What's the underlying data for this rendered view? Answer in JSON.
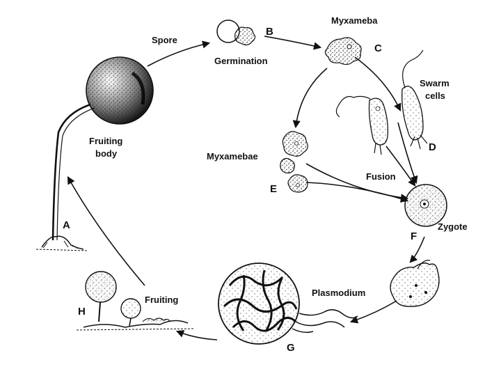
{
  "labels": {
    "spore": "Spore",
    "germination": "Germination",
    "myxameba": "Myxameba",
    "swarm_cells_1": "Swarm",
    "swarm_cells_2": "cells",
    "fruiting_body_1": "Fruiting",
    "fruiting_body_2": "body",
    "myxamebae": "Myxamebae",
    "fusion": "Fusion",
    "zygote": "Zygote",
    "plasmodium": "Plasmodium",
    "fruiting": "Fruiting"
  },
  "stage_letters": {
    "a": "A",
    "b": "B",
    "c": "C",
    "d": "D",
    "e": "E",
    "f": "F",
    "g": "G",
    "h": "H"
  },
  "colors": {
    "ink": "#111111",
    "background": "#ffffff"
  }
}
